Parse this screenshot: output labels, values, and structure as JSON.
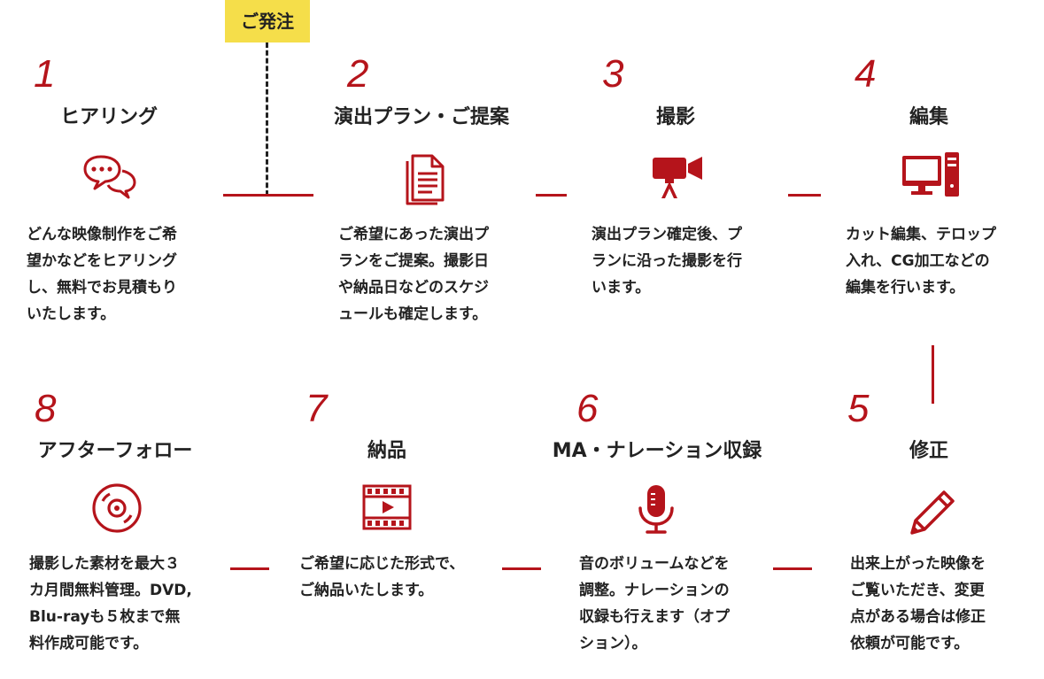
{
  "order_badge": "ご発注",
  "colors": {
    "accent": "#b5141b",
    "badge": "#f5de4a"
  },
  "steps": [
    {
      "num": "1",
      "title": "ヒアリング",
      "icon": "chat-bubbles-icon",
      "desc": "どんな映像制作をご希\n望かなどをヒアリング\nし、無料でお見積もり\nいたします。"
    },
    {
      "num": "2",
      "title": "演出プラン・ご提案",
      "icon": "document-icon",
      "desc": "ご希望にあった演出プ\nランをご提案。撮影日\nや納品日などのスケジ\nュールも確定します。"
    },
    {
      "num": "3",
      "title": "撮影",
      "icon": "video-camera-icon",
      "desc": "演出プラン確定後、プ\nランに沿った撮影を行\nいます。"
    },
    {
      "num": "4",
      "title": "編集",
      "icon": "desktop-computer-icon",
      "desc": "カット編集、テロップ\n入れ、CG加工などの\n編集を行います。"
    },
    {
      "num": "5",
      "title": "修正",
      "icon": "pencil-icon",
      "desc": "出来上がった映像を\nご覧いただき、変更\n点がある場合は修正\n依頼が可能です。"
    },
    {
      "num": "6",
      "title": "MA・ナレーション収録",
      "icon": "microphone-icon",
      "desc": "音のボリュームなどを\n調整。ナレーションの\n収録も行えます（オプ\nション）。"
    },
    {
      "num": "7",
      "title": "納品",
      "icon": "film-play-icon",
      "desc": "ご希望に応じた形式で、\nご納品いたします。"
    },
    {
      "num": "8",
      "title": "アフターフォロー",
      "icon": "disc-icon",
      "desc": "撮影した素材を最大３\nカ月間無料管理。DVD,\nBlu-rayも５枚まで無\n料作成可能です。"
    }
  ]
}
